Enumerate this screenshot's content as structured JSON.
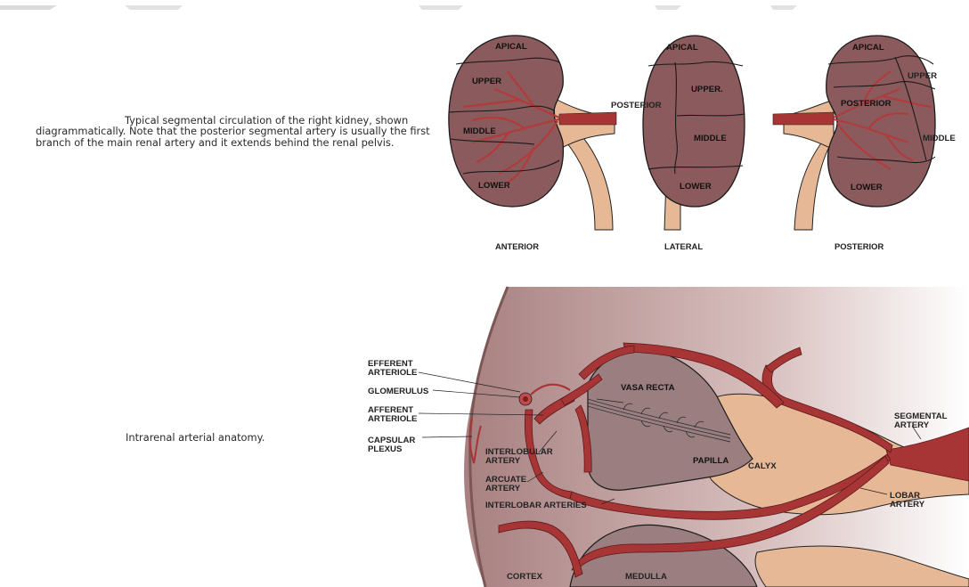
{
  "captions": {
    "segmental": "Typical segmental circulation of the right kidney, shown diagrammatically. Note that the posterior segmental artery is usually the first branch of the main renal artery and it extends behind the renal pelvis.",
    "intrarenal": "Intrarenal arterial anatomy."
  },
  "segmental_diagram": {
    "anterior": {
      "title": "ANTERIOR",
      "labels": [
        "APICAL",
        "UPPER",
        "MIDDLE",
        "LOWER"
      ]
    },
    "lateral": {
      "title": "LATERAL",
      "labels": [
        "APICAL",
        "POSTERIOR",
        "UPPER.",
        "MIDDLE",
        "LOWER"
      ]
    },
    "posterior": {
      "title": "POSTERIOR",
      "labels": [
        "APICAL",
        "UPPER",
        "POSTERIOR",
        "MIDDLE",
        "LOWER"
      ]
    }
  },
  "intrarenal_diagram": {
    "labels": {
      "efferent": [
        "EFFERENT",
        "ARTERIOLE"
      ],
      "glomerulus": "GLOMERULUS",
      "afferent": [
        "AFFERENT",
        "ARTERIOLE"
      ],
      "capsular": [
        "CAPSULAR",
        "PLEXUS"
      ],
      "interlobular": [
        "INTERLOBULAR",
        "ARTERY"
      ],
      "arcuate": [
        "ARCUATE",
        "ARTERY"
      ],
      "interlobar": "INTERLOBAR ARTERIES",
      "vasa_recta": "VASA RECTA",
      "papilla": "PAPILLA",
      "calyx": "CALYX",
      "segmental": [
        "SEGMENTAL",
        "ARTERY"
      ],
      "lobar": [
        "LOBAR",
        "ARTERY"
      ],
      "cortex": "CORTEX",
      "medulla": "MEDULLA"
    }
  },
  "colors": {
    "kidney": "#8a5a5c",
    "artery": "#a83535",
    "pelvis": "#e7b896",
    "outline": "#1a1a1a"
  }
}
